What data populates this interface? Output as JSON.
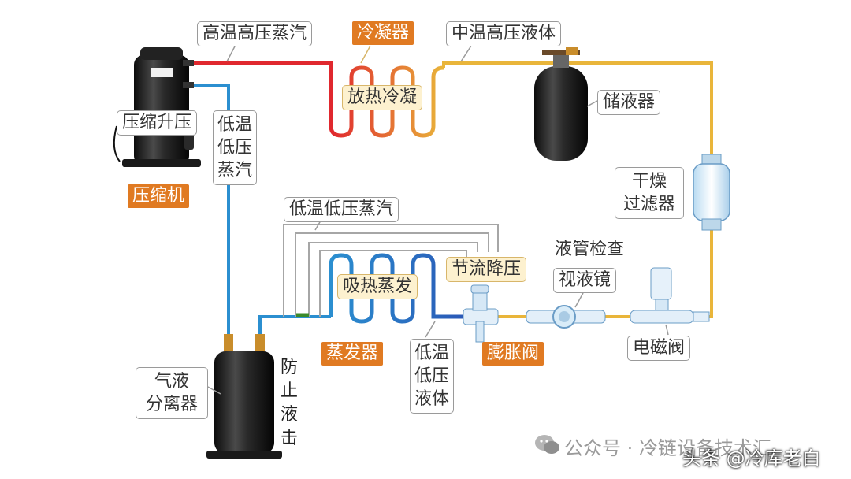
{
  "labels": {
    "high_temp_vapor": "高温高压蒸汽",
    "condenser": "冷凝器",
    "mid_temp_liquid": "中温高压液体",
    "heat_release": "放热冷凝",
    "receiver": "储液器",
    "compress": "压缩升压",
    "low_temp_vapor_vertical": [
      "低温",
      "低压",
      "蒸汽"
    ],
    "compressor": "压缩机",
    "dryer_filter": [
      "干燥",
      "过滤器"
    ],
    "low_temp_vapor_top": "低温低压蒸汽",
    "liquid_check": "液管检查",
    "throttle": "节流降压",
    "heat_absorb": "吸热蒸发",
    "sight_glass": "视液镜",
    "evaporator": "蒸发器",
    "expansion_valve": "膨胀阀",
    "solenoid_valve": "电磁阀",
    "low_temp_liquid": [
      "低温",
      "低压",
      "液体"
    ],
    "separator": [
      "气液",
      "分离器"
    ],
    "anti_slug": [
      "防",
      "止",
      "液",
      "击"
    ]
  },
  "watermark": {
    "wechat_icon": "wechat-icon",
    "account": "公众号 · 冷链设备技术汇",
    "source": "头条 @冷库老白"
  },
  "colors": {
    "hot_pipe": "#e0282e",
    "liquid_pipe": "#e9b53a",
    "cold_pipe": "#2b8fd0",
    "deep_pipe": "#2a55b5",
    "outline_pipe": "#9a9a9a",
    "orange_tag": "#e07a22"
  }
}
